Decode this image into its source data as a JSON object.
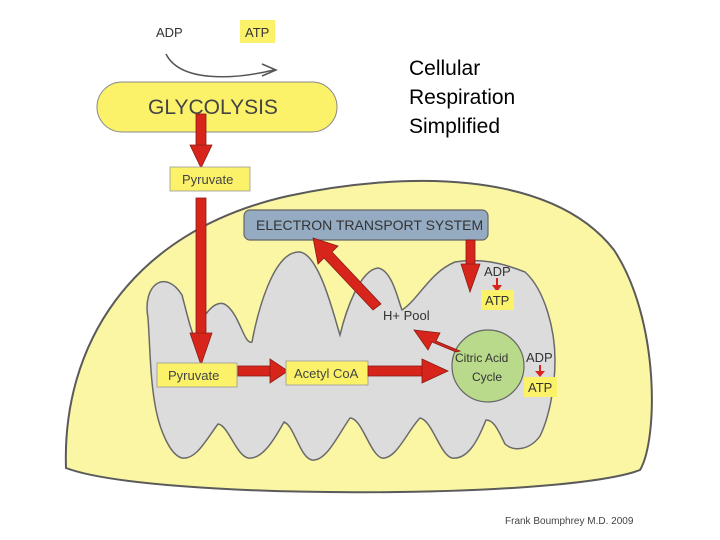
{
  "title": {
    "lines": [
      "Cellular",
      "Respiration",
      "Simplified"
    ]
  },
  "labels": {
    "adp_top": "ADP",
    "atp_top": "ATP",
    "glycolysis": "GLYCOLYSIS",
    "pyruvate_outer": "Pyruvate",
    "ets": "ELECTRON TRANSPORT SYSTEM",
    "adp_ets": "ADP",
    "atp_ets": "ATP",
    "h_pool": "H+ Pool",
    "citric_line1": "Citric Acid",
    "citric_line2": "Cycle",
    "adp_cycle": "ADP",
    "atp_cycle": "ATP",
    "pyruvate_inner": "Pyruvate",
    "acetyl_coa": "Acetyl CoA"
  },
  "credit": "Frank Boumphrey M.D. 2009",
  "colors": {
    "mito_outer": "#fbf6a4",
    "mito_inner": "#dcdcdc",
    "label_yellow": "#fbf26a",
    "ets_blue": "#94abc2",
    "cycle_green": "#b9da8b",
    "arrow_red": "#d8251c",
    "outline": "#5a5a5a"
  }
}
